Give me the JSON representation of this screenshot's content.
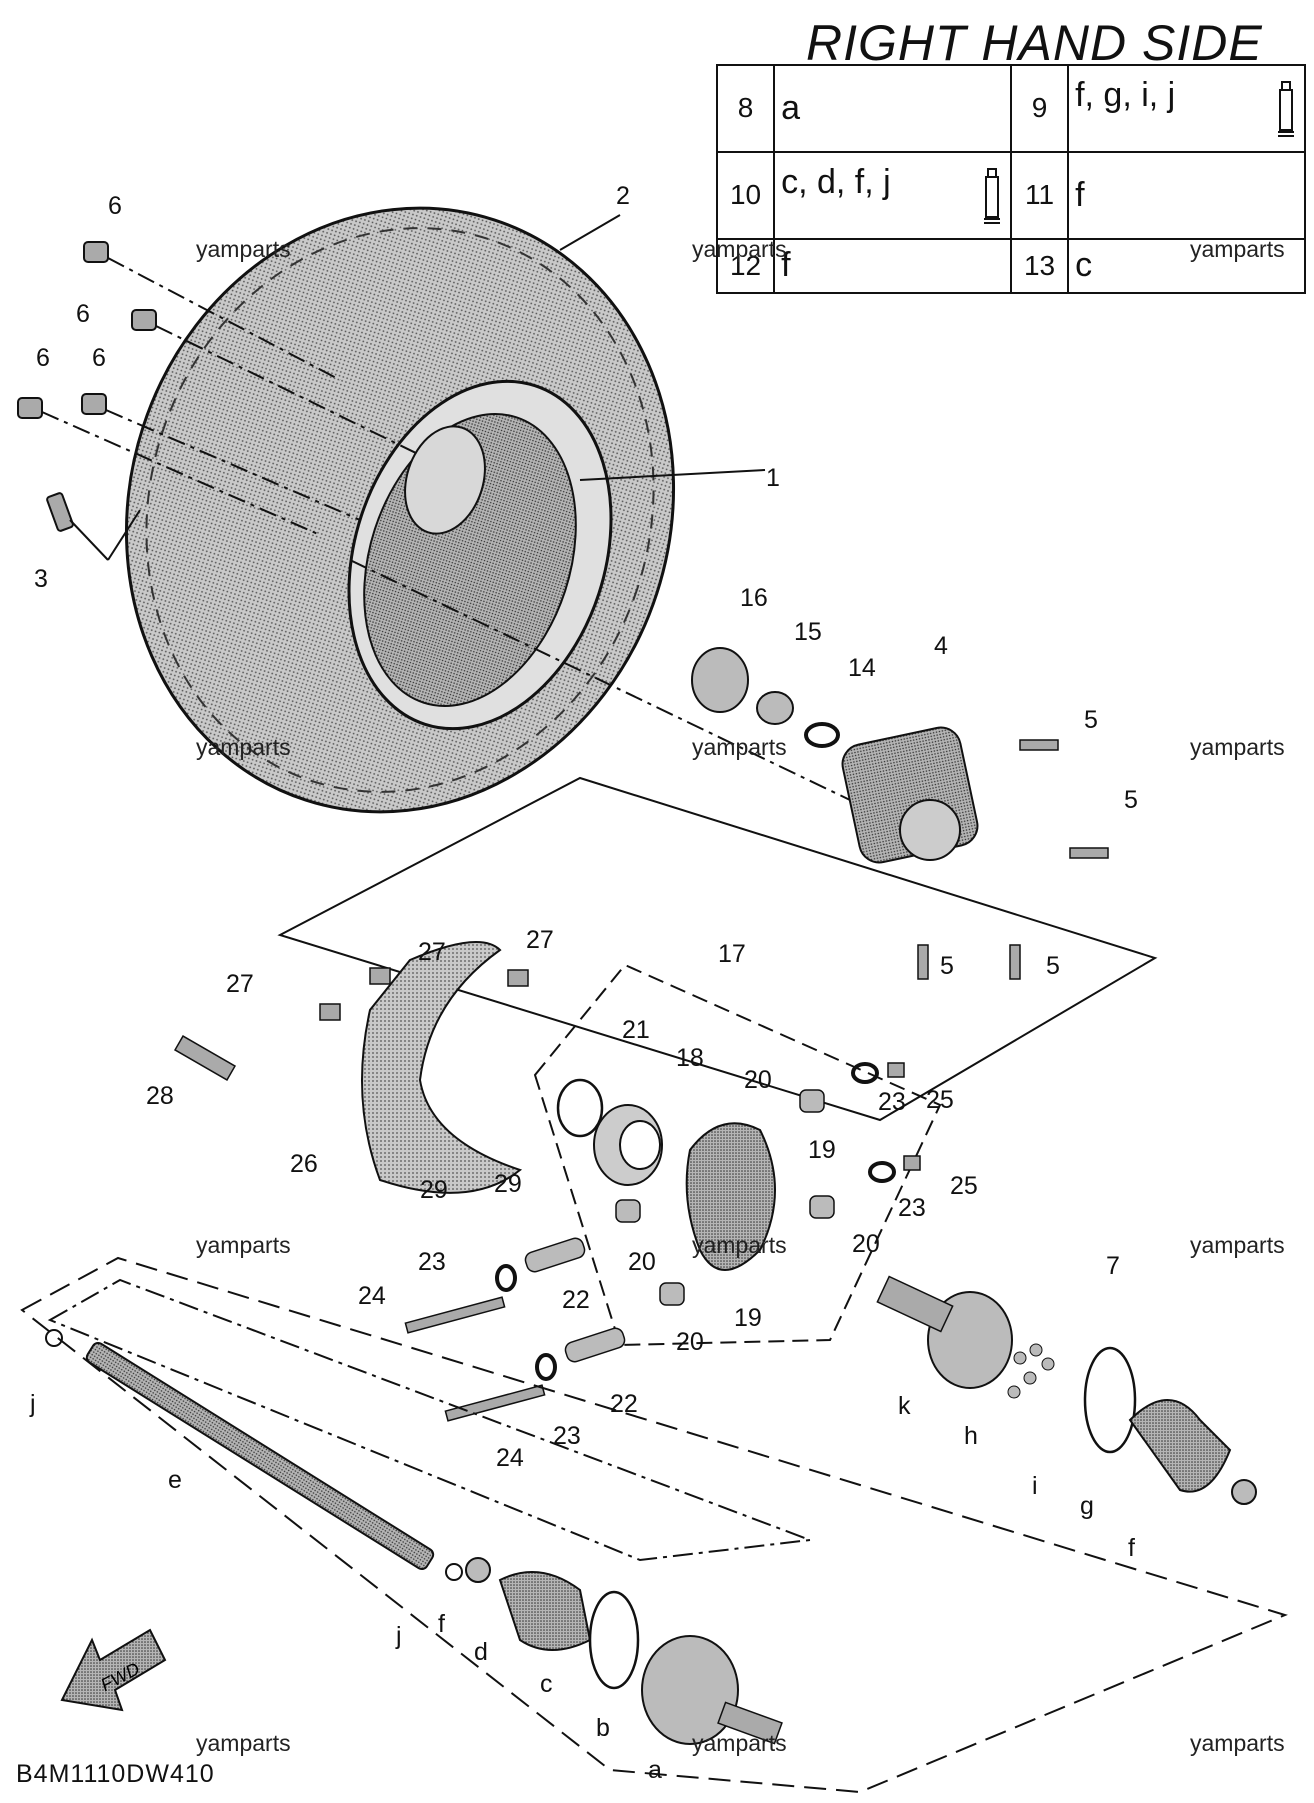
{
  "header": {
    "title": "RIGHT HAND SIDE"
  },
  "legend": [
    [
      {
        "num": "8",
        "value": "a"
      },
      {
        "num": "9",
        "value": "f, g, i, j"
      }
    ],
    [
      {
        "num": "10",
        "value": "c, d, f, j"
      },
      {
        "num": "11",
        "value": "f"
      }
    ],
    [
      {
        "num": "12",
        "value": "f"
      },
      {
        "num": "13",
        "value": "c"
      }
    ]
  ],
  "callouts": [
    "1",
    "2",
    "3",
    "4",
    "5",
    "5",
    "5",
    "5",
    "6",
    "6",
    "6",
    "6",
    "7",
    "14",
    "15",
    "16",
    "17",
    "18",
    "19",
    "19",
    "20",
    "20",
    "20",
    "20",
    "21",
    "22",
    "22",
    "23",
    "23",
    "23",
    "23",
    "24",
    "24",
    "25",
    "25",
    "26",
    "27",
    "27",
    "27",
    "28",
    "29",
    "29",
    "a",
    "b",
    "c",
    "d",
    "e",
    "f",
    "f",
    "g",
    "h",
    "i",
    "j",
    "j",
    "k"
  ],
  "watermark": "yamparts",
  "diagram_code": "B4M1110DW410",
  "fwd_label": "FWD",
  "colors": {
    "line": "#111111",
    "part_fill": "#9a9a9a",
    "background": "#ffffff"
  }
}
